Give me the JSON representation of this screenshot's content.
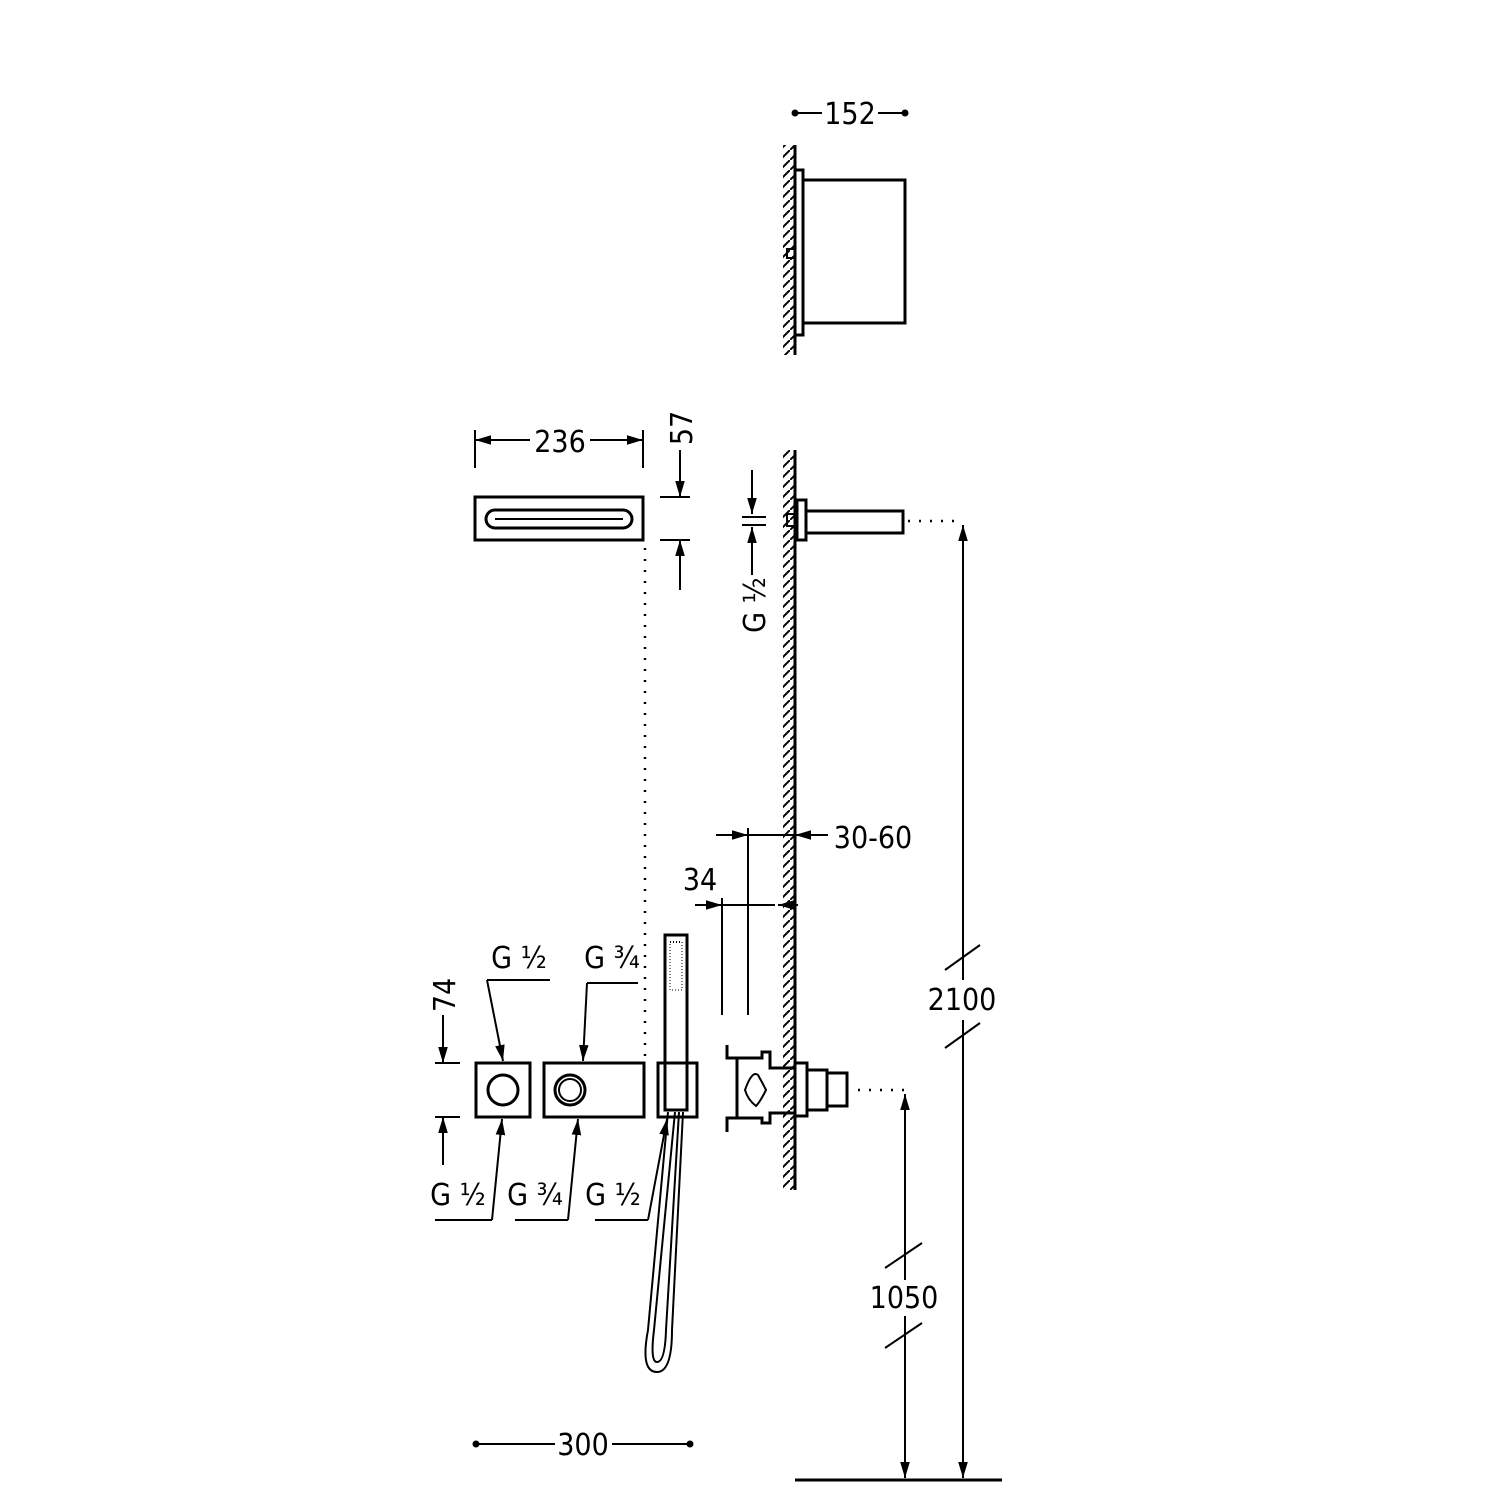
{
  "drawing": {
    "type": "technical installation drawing",
    "line_color": "#000000",
    "background": "#ffffff",
    "dimensions": {
      "head_depth": "152",
      "panel_width": "236",
      "panel_height": "57",
      "arm_thread": "G ½",
      "recess_range": "30-60",
      "recess_min": "34",
      "head_height": "2100",
      "valve_height": "1050",
      "control_height": "74",
      "overall_width": "300"
    },
    "connections": {
      "top_left": "G ½",
      "top_right": "G ¾",
      "bottom_left": "G ½",
      "bottom_middle": "G ¾",
      "bottom_right": "G ½"
    }
  }
}
